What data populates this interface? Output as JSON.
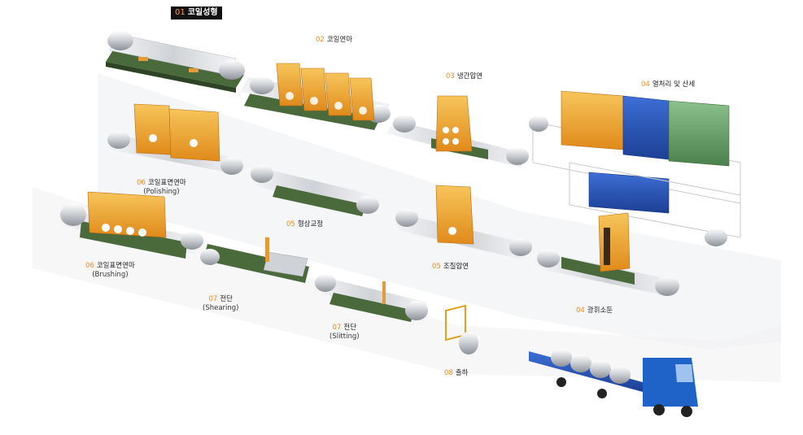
{
  "steps": {
    "s01": {
      "num": "01",
      "name": "코일성형"
    },
    "s02": {
      "num": "02",
      "name": "코일연마"
    },
    "s03": {
      "num": "03",
      "name": "냉간압연"
    },
    "s04a": {
      "num": "04",
      "name": "열처리 및 산세"
    },
    "s04b": {
      "num": "04",
      "name": "광휘소둔"
    },
    "s05a": {
      "num": "05",
      "name": "형상교정"
    },
    "s05b": {
      "num": "05",
      "name": "조질압연"
    },
    "s06a": {
      "num": "06",
      "name": "코일표면연마",
      "sub": "(Polishing)"
    },
    "s06b": {
      "num": "06",
      "name": "코일표면연마",
      "sub": "(Brushing)"
    },
    "s07a": {
      "num": "07",
      "name": "전단",
      "sub": "(Shearing)"
    },
    "s07b": {
      "num": "07",
      "name": "전단",
      "sub": "(Slitting)"
    },
    "s08": {
      "num": "08",
      "name": "출하"
    }
  },
  "colors": {
    "accent": "#ef8a1e",
    "furnace_orange": "#f0a53a",
    "furnace_blue": "#2f5fc4",
    "furnace_green": "#6aa56a",
    "conveyor": "#4b6a3c",
    "truck_blue": "#1f63c9",
    "roller": "#e3e5e8"
  }
}
